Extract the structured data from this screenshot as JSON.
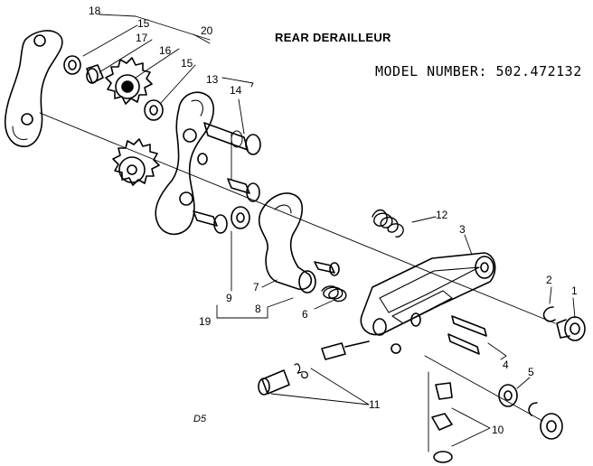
{
  "title": "REAR DERAILLEUR",
  "model_label": "MODEL NUMBER:",
  "model_number": "502.472132",
  "sheet_code": "D5",
  "callouts": [
    "1",
    "2",
    "3",
    "4",
    "5",
    "6",
    "7",
    "8",
    "9",
    "10",
    "11",
    "12",
    "13",
    "14",
    "15",
    "15",
    "16",
    "17",
    "18",
    "19",
    "20"
  ]
}
